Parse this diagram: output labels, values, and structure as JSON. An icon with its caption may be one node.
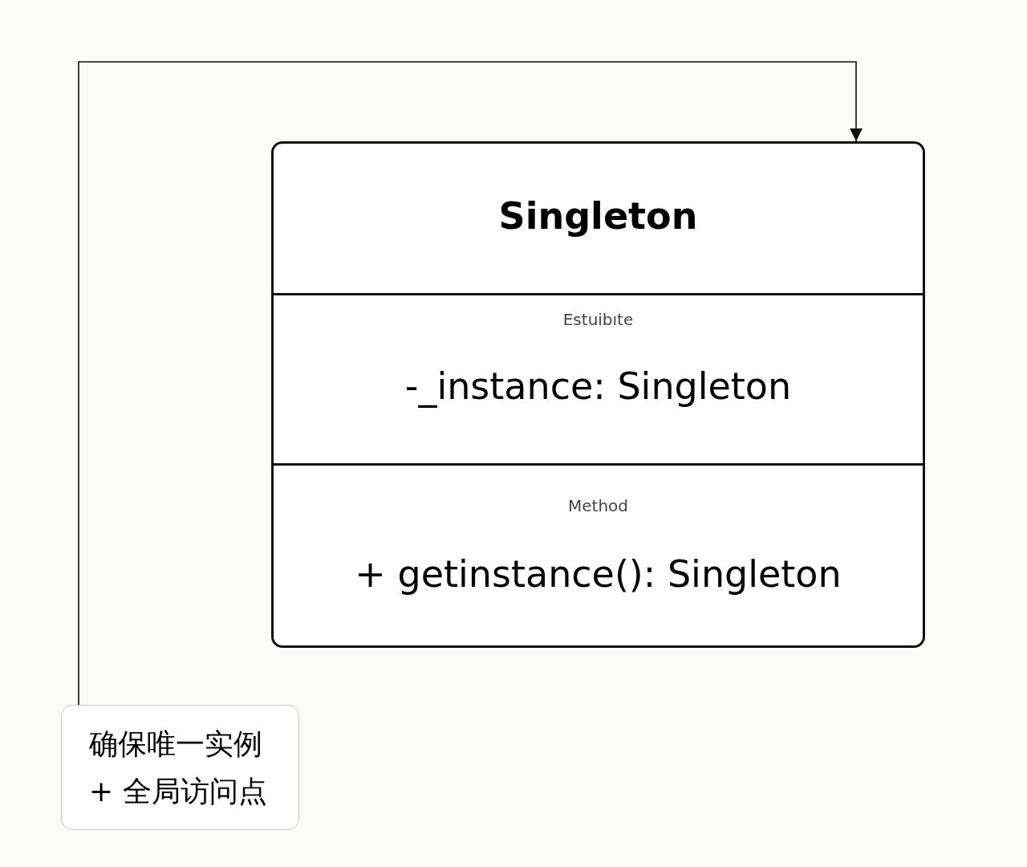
{
  "diagram": {
    "nodes": [
      {
        "text": [],
        "shape": "box"
      },
      {
        "text": [
          "Singleton"
        ],
        "in": 0
      },
      {
        "text": [
          "Estuibıte",
          "-_instance: Singleton"
        ],
        "in": 0
      },
      {
        "text": [
          "Method",
          "+ getinstance(): Singleton"
        ],
        "in": 0
      },
      {
        "text": [
          "确保唯一实例+ 全局访问点"
        ]
      }
    ],
    "edges": [
      {
        "from": 4,
        "to": 0,
        "arrow": "to"
      }
    ]
  }
}
